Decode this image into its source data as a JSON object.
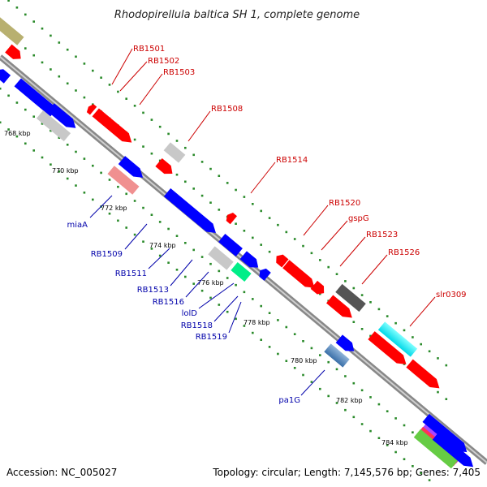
{
  "title": "Rhodopirellula baltica SH 1, complete genome",
  "footer": {
    "accession": "Accession: NC_005027",
    "topology": "Topology: circular; Length: 7,145,576 bp; Genes: 7,405"
  },
  "colors": {
    "forward": "#ff0000",
    "reverse": "#0000ff",
    "backbone": "#888888",
    "dots": "#228822",
    "label_forward": "#cc0000",
    "label_reverse": "#0000aa"
  },
  "ticks": [
    "768 kbp",
    "770 kbp",
    "772 kbp",
    "774 kbp",
    "776 kbp",
    "778 kbp",
    "780 kbp",
    "782 kbp",
    "784 kbp"
  ],
  "labels_forward": [
    "RB1501",
    "RB1502",
    "RB1503",
    "RB1508",
    "RB1514",
    "RB1520",
    "gspG",
    "RB1523",
    "RB1526",
    "slr0309"
  ],
  "labels_reverse": [
    "miaA",
    "RB1509",
    "RB1511",
    "RB1513",
    "RB1516",
    "lolD",
    "RB1518",
    "RB1519",
    "pa1G"
  ]
}
